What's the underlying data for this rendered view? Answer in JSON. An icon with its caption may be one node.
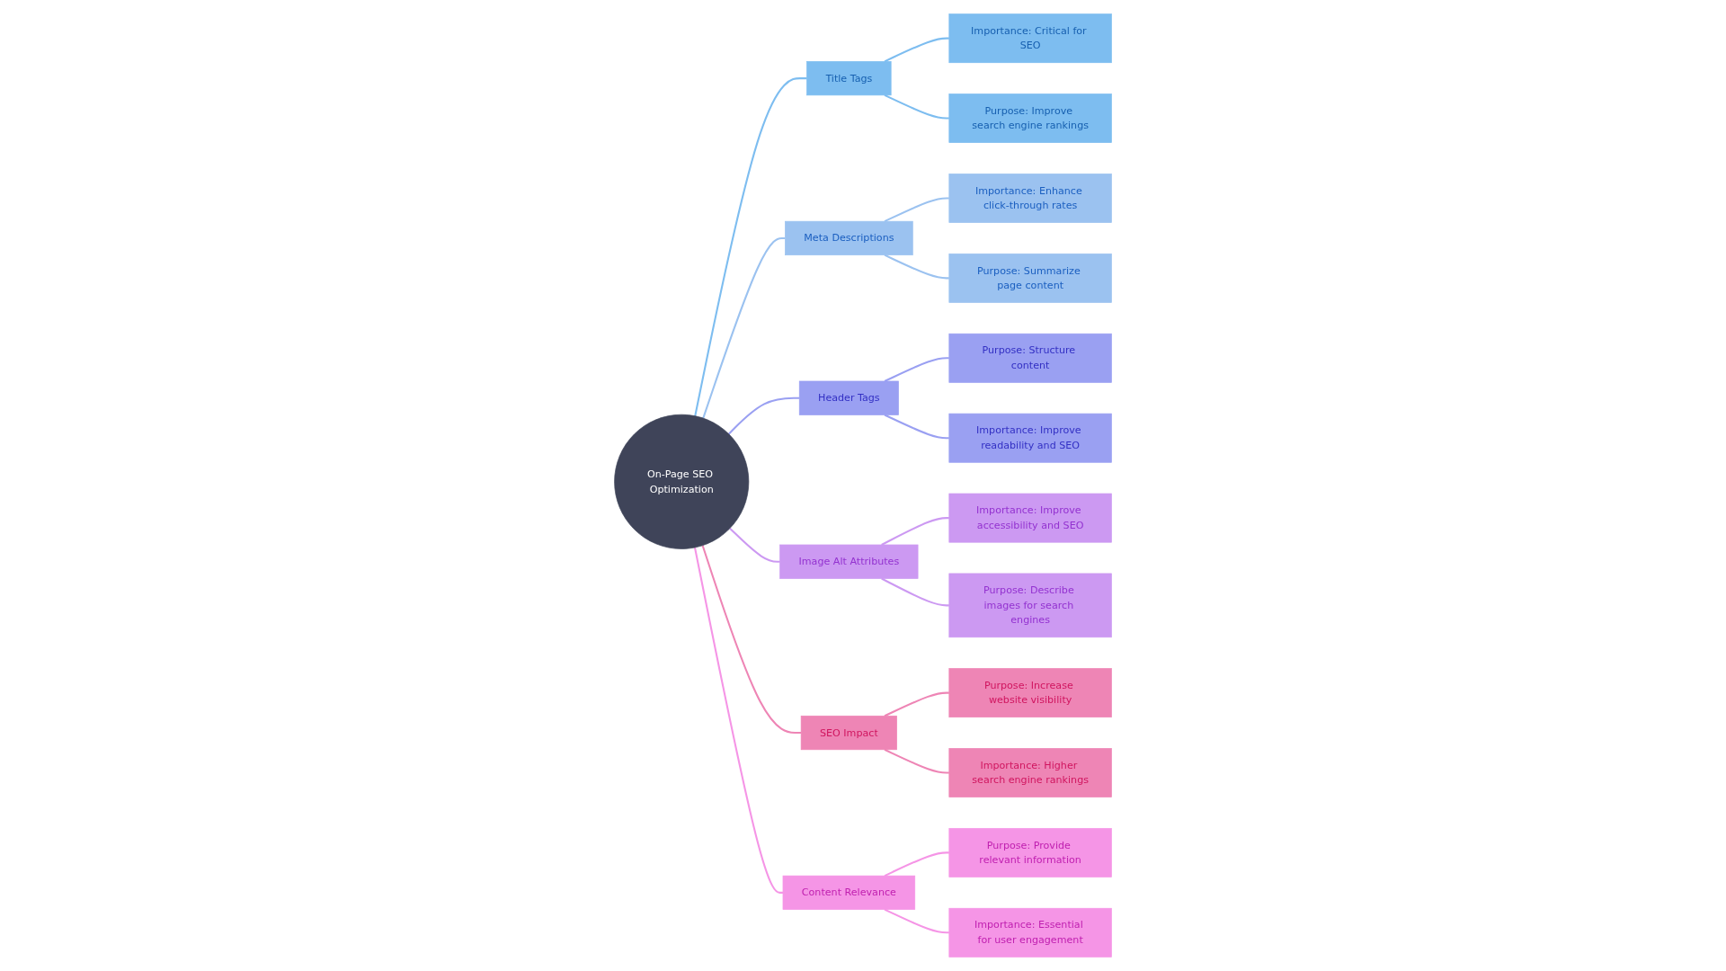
{
  "diagram": {
    "nodes": [
      {
        "text": [
          "On-Page SEO Optimization"
        ]
      },
      {
        "text": [
          "Title Tags"
        ]
      },
      {
        "text": [
          "Importance: Critical for SEO"
        ]
      },
      {
        "text": [
          "Purpose: Improve search engine rankings"
        ]
      },
      {
        "text": [
          "Meta Descriptions"
        ]
      },
      {
        "text": [
          "Importance: Enhance click-through rates"
        ]
      },
      {
        "text": [
          "Purpose: Summarize page content"
        ]
      },
      {
        "text": [
          "Header Tags"
        ]
      },
      {
        "text": [
          "Purpose: Structure content"
        ]
      },
      {
        "text": [
          "Importance: Improve readability and SEO"
        ]
      },
      {
        "text": [
          "Image Alt Attributes"
        ]
      },
      {
        "text": [
          "Importance: Improve accessibility and SEO"
        ]
      },
      {
        "text": [
          "Purpose: Describe images for search engines"
        ]
      },
      {
        "text": [
          "SEO Impact"
        ]
      },
      {
        "text": [
          "Purpose: Increase website visibility"
        ]
      },
      {
        "text": [
          "Importance: Higher search engine rankings"
        ]
      },
      {
        "text": [
          "Content Relevance"
        ]
      },
      {
        "text": [
          "Purpose: Provide relevant information"
        ]
      },
      {
        "text": [
          "Importance: Essential for user engagement"
        ]
      }
    ],
    "edges": [
      {
        "from": 0,
        "to": 1,
        "arrow": "none",
        "color": "#7dbdf0"
      },
      {
        "from": 1,
        "to": 2,
        "arrow": "none",
        "color": "#7dbdf0"
      },
      {
        "from": 1,
        "to": 3,
        "arrow": "none",
        "color": "#7dbdf0"
      },
      {
        "from": 0,
        "to": 4,
        "arrow": "none",
        "color": "#9bc2f0"
      },
      {
        "from": 4,
        "to": 5,
        "arrow": "none",
        "color": "#9bc2f0"
      },
      {
        "from": 4,
        "to": 6,
        "arrow": "none",
        "color": "#9bc2f0"
      },
      {
        "from": 0,
        "to": 7,
        "arrow": "none",
        "color": "#9aa0f2"
      },
      {
        "from": 7,
        "to": 8,
        "arrow": "none",
        "color": "#9aa0f2"
      },
      {
        "from": 7,
        "to": 9,
        "arrow": "none",
        "color": "#9aa0f2"
      },
      {
        "from": 0,
        "to": 10,
        "arrow": "none",
        "color": "#cc99f2"
      },
      {
        "from": 10,
        "to": 11,
        "arrow": "none",
        "color": "#cc99f2"
      },
      {
        "from": 10,
        "to": 12,
        "arrow": "none",
        "color": "#cc99f2"
      },
      {
        "from": 0,
        "to": 13,
        "arrow": "none",
        "color": "#ee85b5"
      },
      {
        "from": 13,
        "to": 14,
        "arrow": "none",
        "color": "#ee85b5"
      },
      {
        "from": 13,
        "to": 15,
        "arrow": "none",
        "color": "#ee85b5"
      },
      {
        "from": 0,
        "to": 16,
        "arrow": "none",
        "color": "#f595e6"
      },
      {
        "from": 16,
        "to": 17,
        "arrow": "none",
        "color": "#f595e6"
      },
      {
        "from": 16,
        "to": 18,
        "arrow": "none",
        "color": "#f595e6"
      }
    ]
  }
}
